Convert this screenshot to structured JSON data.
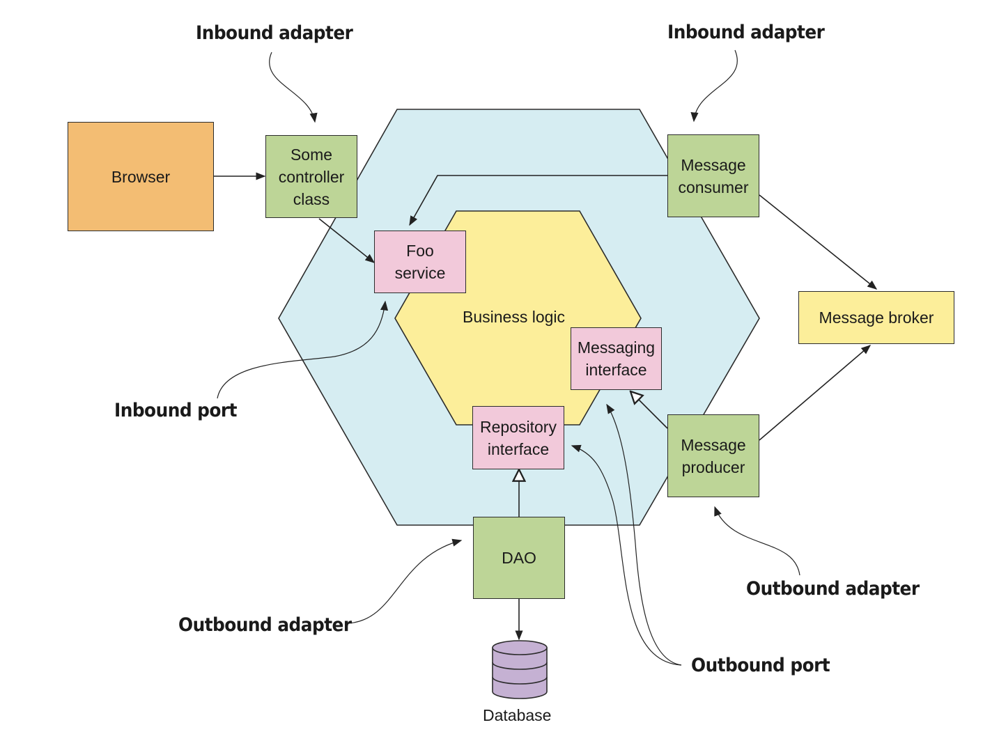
{
  "hexagons": {
    "application": {
      "fill": "#d6edf2"
    },
    "business_logic": {
      "label": "Business logic",
      "fill": "#fcee9a"
    }
  },
  "components": {
    "browser": "Browser",
    "controller": "Some\ncontroller\nclass",
    "message_consumer": "Message\nconsumer",
    "foo_service": "Foo\nservice",
    "message_broker": "Message broker",
    "messaging_interface": "Messaging\ninterface",
    "repository_interface": "Repository\ninterface",
    "message_producer": "Message\nproducer",
    "dao": "DAO",
    "database": "Database"
  },
  "callouts": {
    "inbound_adapter_left": "Inbound adapter",
    "inbound_adapter_right": "Inbound adapter",
    "inbound_port": "Inbound port",
    "outbound_adapter_right": "Outbound adapter",
    "outbound_adapter_bottom": "Outbound adapter",
    "outbound_port": "Outbound port"
  },
  "colors": {
    "browser": "#f3bd73",
    "adapter": "#bdd597",
    "port": "#f2c9da",
    "broker": "#fcee9a",
    "database": "#c5b1d3"
  }
}
